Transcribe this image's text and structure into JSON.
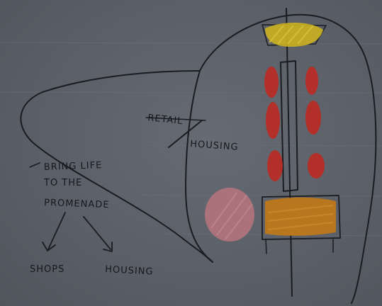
{
  "annotations": {
    "retail": "RETAIL",
    "housing_block": "HOUSING",
    "bring_life_1": "BRING LIFE",
    "bring_life_2": "TO THE",
    "bring_life_3": "PROMENADE",
    "shops": "SHOPS",
    "housing_bottom": "HOUSING"
  },
  "colors": {
    "paper": "#5d6269",
    "ink": "#1a1c20",
    "yellow_block": "#c9b021",
    "red_blocks": "#b3302a",
    "pink_blob": "#b0737c",
    "orange_block": "#b8761e"
  }
}
